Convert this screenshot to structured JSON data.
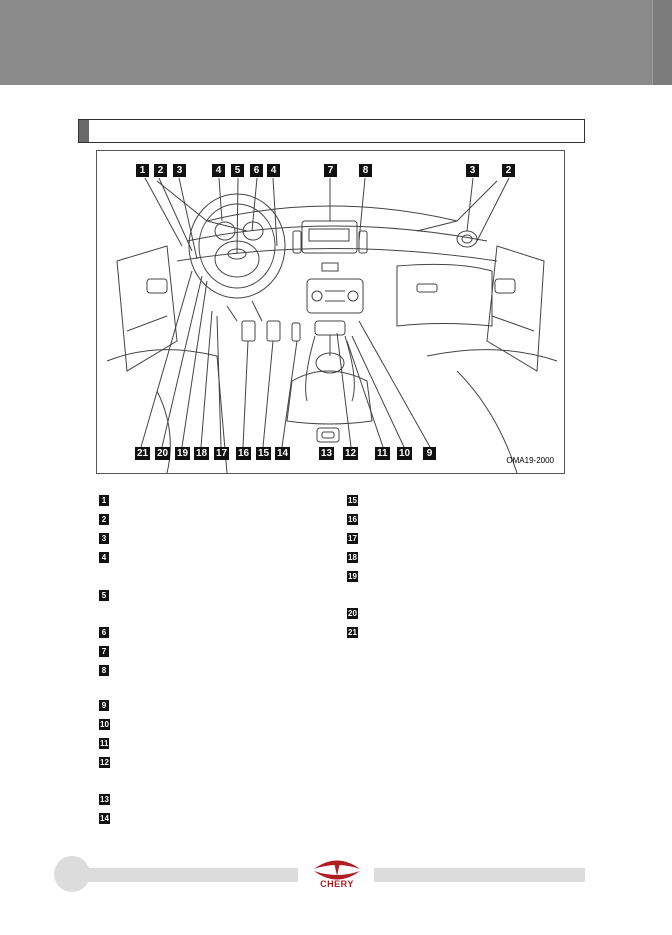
{
  "section": {
    "title": ""
  },
  "figure": {
    "code": "OMA19-2000",
    "top_callouts": [
      "1",
      "2",
      "3",
      "4",
      "5",
      "6",
      "4",
      "7",
      "8",
      "3",
      "2"
    ],
    "bottom_callouts": [
      "21",
      "20",
      "19",
      "18",
      "17",
      "16",
      "15",
      "14",
      "13",
      "12",
      "11",
      "10",
      "9"
    ]
  },
  "legend": {
    "left": [
      {
        "num": "1",
        "text": ""
      },
      {
        "num": "2",
        "text": ""
      },
      {
        "num": "3",
        "text": ""
      },
      {
        "num": "4",
        "text": ""
      },
      {
        "num": "5",
        "text": ""
      },
      {
        "num": "6",
        "text": ""
      },
      {
        "num": "7",
        "text": ""
      },
      {
        "num": "8",
        "text": ""
      },
      {
        "num": "9",
        "text": ""
      },
      {
        "num": "10",
        "text": ""
      },
      {
        "num": "11",
        "text": ""
      },
      {
        "num": "12",
        "text": ""
      },
      {
        "num": "13",
        "text": ""
      },
      {
        "num": "14",
        "text": ""
      }
    ],
    "right": [
      {
        "num": "15",
        "text": ""
      },
      {
        "num": "16",
        "text": ""
      },
      {
        "num": "17",
        "text": ""
      },
      {
        "num": "18",
        "text": ""
      },
      {
        "num": "19",
        "text": ""
      },
      {
        "num": "20",
        "text": ""
      },
      {
        "num": "21",
        "text": ""
      }
    ]
  },
  "footer": {
    "brand": "CHERY",
    "brand_color": "#b01e23"
  }
}
